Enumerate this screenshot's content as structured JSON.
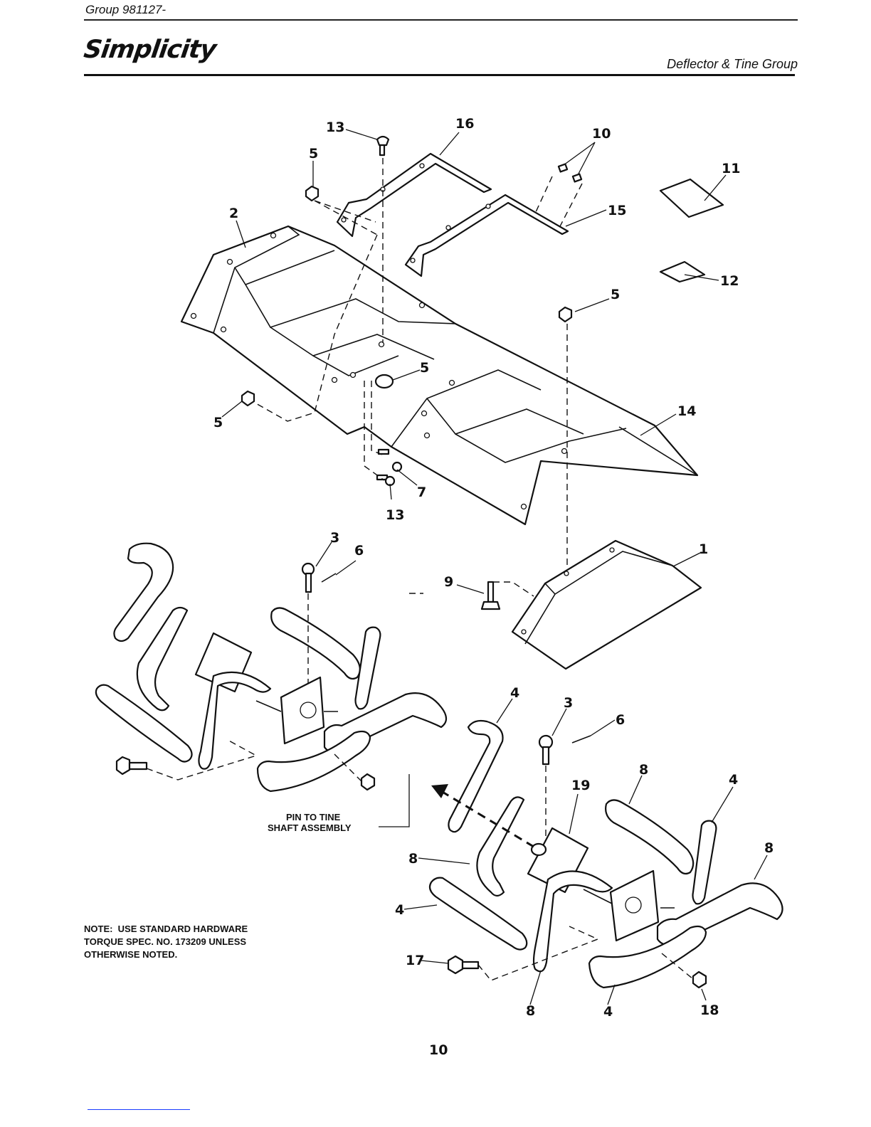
{
  "header": {
    "group": "Group  981127-",
    "brand": "Simplicity",
    "section_title": "Deflector & Tine Group"
  },
  "callouts": {
    "c1": "1",
    "c2": "2",
    "c3a": "3",
    "c3b": "3",
    "c4a": "4",
    "c4b": "4",
    "c4c": "4",
    "c4d": "4",
    "c5a": "5",
    "c5b": "5",
    "c5c": "5",
    "c5d": "5",
    "c6a": "6",
    "c6b": "6",
    "c7": "7",
    "c8a": "8",
    "c8b": "8",
    "c8c": "8",
    "c8d": "8",
    "c9": "9",
    "c10": "10",
    "c11": "11",
    "c12": "12",
    "c13a": "13",
    "c13b": "13",
    "c14": "14",
    "c15": "15",
    "c16": "16",
    "c17": "17",
    "c18": "18",
    "c19": "19"
  },
  "annotation": {
    "line1": "PIN TO TINE",
    "line2": "SHAFT ASSEMBLY"
  },
  "note": "NOTE:  USE STANDARD HARDWARE\nTORQUE SPEC. NO. 173209 UNLESS\nOTHERWISE NOTED.",
  "page_number": "10"
}
